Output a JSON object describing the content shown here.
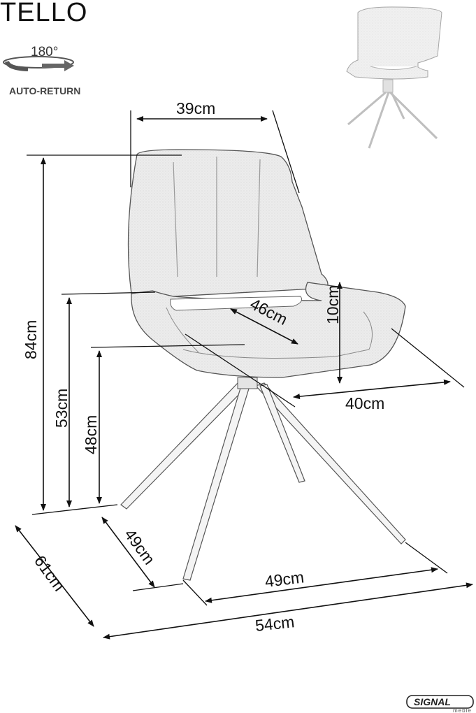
{
  "product": {
    "title": "TELLO",
    "rotation_label": "180°",
    "auto_return_label": "AUTO-RETURN"
  },
  "dimensions": {
    "back_width": "39cm",
    "total_height": "84cm",
    "armrest_height": "53cm",
    "seat_height": "48cm",
    "seat_depth": "46cm",
    "armrest_top": "10cm",
    "seat_width": "40cm",
    "leg_depth": "49cm",
    "leg_width": "49cm",
    "total_depth": "61cm",
    "total_width": "54cm"
  },
  "brand": {
    "name": "SIGNAL",
    "sub": "meble"
  },
  "colors": {
    "fabric": "#e9e9e9",
    "outline": "#555555",
    "ink": "#111111"
  }
}
